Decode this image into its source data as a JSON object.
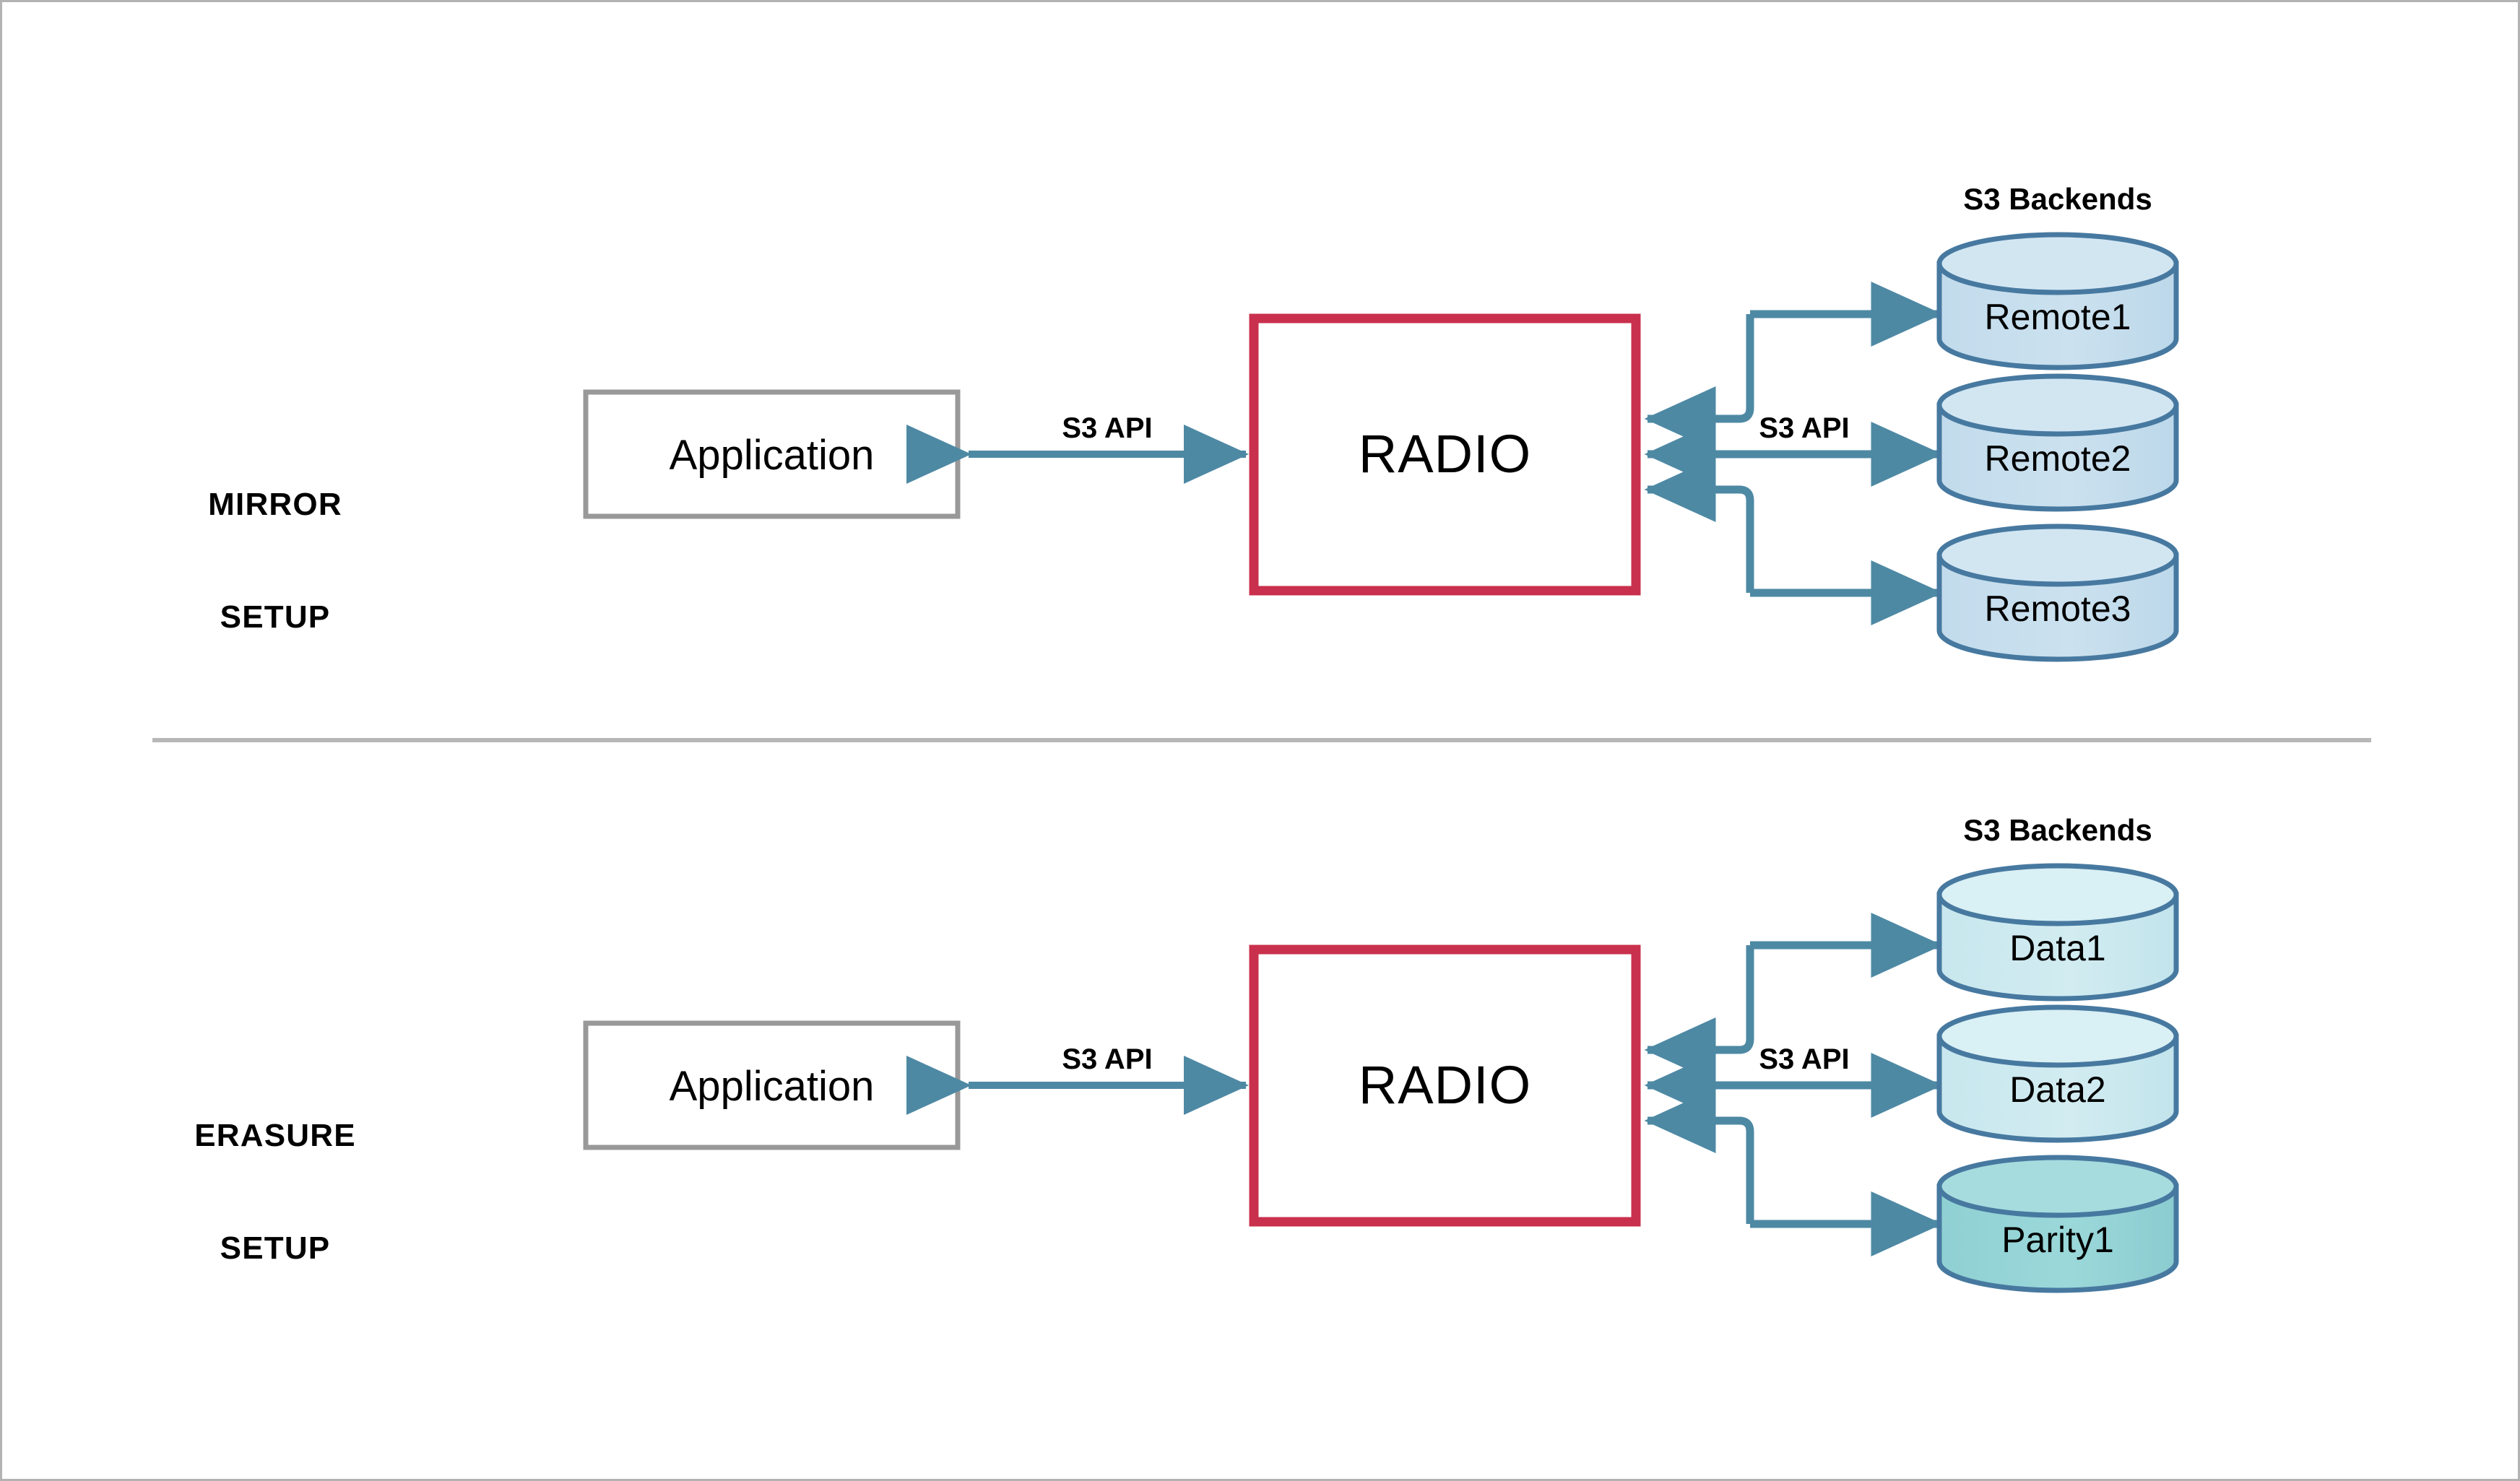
{
  "diagram": {
    "title_colors": {
      "accent_red": "#c9304d",
      "arrow_blue": "#4e89a4",
      "cylinder_stroke": "#4779a0",
      "remote_fill": "#c8dfed",
      "data_fill": "#cdeaef",
      "parity_fill": "#96d4d7",
      "app_box_stroke": "#999999",
      "divider": "#b7b7b7"
    },
    "sections": [
      {
        "id": "mirror",
        "setup_label_line1": "MIRROR",
        "setup_label_line2": "SETUP",
        "app_box_label": "Application",
        "hub_label": "RADIO",
        "left_link_label": "S3 API",
        "right_link_label": "S3 API",
        "backends_header": "S3 Backends",
        "backends": [
          {
            "name": "Remote1",
            "fill": "#c8dfed"
          },
          {
            "name": "Remote2",
            "fill": "#c8dfed"
          },
          {
            "name": "Remote3",
            "fill": "#c8dfed"
          }
        ]
      },
      {
        "id": "erasure",
        "setup_label_line1": "ERASURE",
        "setup_label_line2": "SETUP",
        "app_box_label": "Application",
        "hub_label": "RADIO",
        "left_link_label": "S3 API",
        "right_link_label": "S3 API",
        "backends_header": "S3 Backends",
        "backends": [
          {
            "name": "Data1",
            "fill": "#cdeaef"
          },
          {
            "name": "Data2",
            "fill": "#cdeaef"
          },
          {
            "name": "Parity1",
            "fill": "#96d4d7"
          }
        ]
      }
    ]
  }
}
